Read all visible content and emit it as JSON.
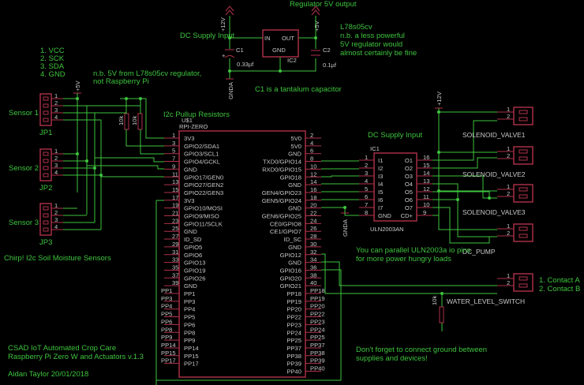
{
  "title_lines": {
    "regulator_output": "Regulator 5V output",
    "dc_supply_input_top": "DC Supply Input",
    "dc_supply_input_right": "DC Supply Input",
    "regulator_part_note": [
      "L78s05cv",
      "n.b. a less powerful",
      "5V regulator would",
      "almost certainly be fine"
    ],
    "pin_legend": [
      "1. VCC",
      "2. SCK",
      "3. SDA",
      "4. GND"
    ],
    "reg_note": [
      "n.b. 5V from L78s05cv regulator,",
      "not Raspberry Pi"
    ],
    "pullup_label": "I2c Pullup Resistors",
    "tantalum_note": "C1 is a tantalum capacitor",
    "sensor_caption": "Chirp! I2c Soil Moisture Sensors",
    "parallel_note": [
      "You can parallel ULN2003a io pins",
      "for more power hungry loads"
    ],
    "contacts": [
      "1. Contact A",
      "2. Contact B"
    ],
    "ground_note": [
      "Don't forget to connect ground between",
      "supplies and devices!"
    ],
    "credits": [
      "CSAD IoT Automated Crop Care",
      "Raspberry Pi Zero W and Actuators v.1.3",
      "",
      "Aidan Taylor 20/01/2018"
    ]
  },
  "power": {
    "plus12_top": "+12V",
    "plus5_top": "+5V",
    "plus5_sensor": "+5V",
    "plus12_right": "+12V",
    "gnda_reg": "GNDA",
    "gnda_uln": "GNDA"
  },
  "regulator": {
    "name": "IC2",
    "pins": {
      "in": "IN",
      "out": "OUT",
      "gnd": "GND"
    }
  },
  "capacitors": [
    {
      "name": "C1",
      "value": "0.33µf"
    },
    {
      "name": "C2",
      "value": "0.1µf"
    }
  ],
  "resistors": [
    {
      "value": "10k"
    },
    {
      "value": "10k"
    },
    {
      "value": "10k"
    }
  ],
  "sensors": [
    {
      "label": "Sensor 1",
      "jp": "JP1"
    },
    {
      "label": "Sensor 2",
      "jp": "JP2"
    },
    {
      "label": "Sensor 3",
      "jp": "JP3"
    }
  ],
  "pi": {
    "ref": "U$1",
    "model": "RPI-ZERO",
    "left_pins": [
      "3V3",
      "GPIO2/SDA1",
      "GPIO4/GCKL",
      "GND",
      "GPIO17/GEN0",
      "GPIO27/GEN2",
      "GPIO22/GEN3",
      "3V3",
      "GPIO10/MOSI",
      "GPIO9/MISO",
      "GPIO11/SCLK",
      "GND",
      "ID_SD",
      "GPIO5",
      "GPIO6",
      "GPIO13",
      "GPIO19",
      "GPIO26",
      "GND",
      "PP1",
      "PP3",
      "PP4",
      "PP5",
      "PP6",
      "PP9",
      "PP14",
      "PP15",
      "PP17"
    ],
    "left_pins_clean": [
      "3V3",
      "GPIO2/SDA1",
      "GPIO3/SCL1",
      "GPIO4/GCKL",
      "GND",
      "GPIO17/GEN0",
      "GPIO27/GEN2",
      "GPIO22/GEN3",
      "3V3",
      "GPIO10/MOSI",
      "GPIO9/MISO",
      "GPIO11/SCLK",
      "GND",
      "ID_SD",
      "GPIO5",
      "GPIO6",
      "GPIO13",
      "GPIO19",
      "GPIO26",
      "GND",
      "PP1",
      "PP3",
      "PP4",
      "PP5",
      "PP6",
      "PP8",
      "PP9",
      "PP14",
      "PP15",
      "PP17"
    ],
    "left_nums": [
      "1",
      "3",
      "5",
      "7",
      "9",
      "11",
      "13",
      "15",
      "17",
      "19",
      "21",
      "23",
      "25",
      "27",
      "29",
      "31",
      "33",
      "35",
      "37",
      "39",
      "PP1",
      "PP3",
      "PP4",
      "PP5",
      "PP6",
      "PP8",
      "PP9",
      "PP14",
      "PP15",
      "PP17"
    ],
    "right_pins": [
      "5V0",
      "5V0",
      "GND",
      "TXD0/GPIO14",
      "RXD0/GPIO15",
      "GPIO18",
      "GND",
      "GEN4/GPIO23",
      "GEN5/GPIO24",
      "GND",
      "GEN6/GPIO25",
      "CE0/GPIO8",
      "CE1/GPIO7",
      "ID_SC",
      "GND",
      "GPIO12",
      "GND",
      "GPIO16",
      "GPIO20",
      "GPIO21",
      "PP18",
      "PP19",
      "PP20",
      "PP22",
      "PP23",
      "PP24",
      "PP25",
      "PP37",
      "PP38",
      "PP39",
      "PP40"
    ],
    "right_nums": [
      "2",
      "4",
      "6",
      "8",
      "10",
      "12",
      "14",
      "16",
      "18",
      "20",
      "22",
      "24",
      "26",
      "28",
      "30",
      "32",
      "34",
      "36",
      "38",
      "40",
      "PP18",
      "PP19",
      "PP20",
      "PP22",
      "PP23",
      "PP24",
      "PP25",
      "PP37",
      "PP38",
      "PP39",
      "PP40"
    ],
    "left_inner": [
      "3V3",
      "GPIO2/SDA1",
      "GPIO3/SCL1",
      "GPIO4/GCKL",
      "GND",
      "GPIO17/GEN0",
      "GPIO27/GEN2",
      "GPIO22/GEN3",
      "3V3",
      "GPIO10/MOSI",
      "GPIO9/MISO",
      "GPIO11/SCLK",
      "GND",
      "ID_SD",
      "GPIO5",
      "GPIO6",
      "GPIO13",
      "GPIO19",
      "GPIO26",
      "GND",
      "PP1",
      "PP3",
      "PP4",
      "PP5",
      "PP6",
      "PP8",
      "PP9",
      "PP14",
      "PP15",
      "PP17"
    ],
    "right_inner": [
      "5V0",
      "5V0",
      "GND",
      "TXD0/GPIO14",
      "RXD0/GPIO15",
      "GPIO18",
      "GND",
      "GEN4/GPIO23",
      "GEN5/GPIO24",
      "GND",
      "GEN6/GPIO25",
      "CE0/GPIO8",
      "CE1/GPIO7",
      "ID_SC",
      "GND",
      "GPIO12",
      "GND",
      "GPIO16",
      "GPIO20",
      "GPIO21",
      "PP18",
      "PP19",
      "PP20",
      "PP22",
      "PP23",
      "PP24",
      "PP25",
      "PP37",
      "PP38",
      "PP39",
      "PP40"
    ]
  },
  "uln": {
    "ref": "IC1",
    "name": "ULN2003AN",
    "left_pins": [
      "I1",
      "I2",
      "I3",
      "I4",
      "I5",
      "I6",
      "I7",
      "GND"
    ],
    "left_nums": [
      "1",
      "2",
      "3",
      "4",
      "5",
      "6",
      "7",
      "8"
    ],
    "right_pins": [
      "O1",
      "O2",
      "O3",
      "O4",
      "O5",
      "O6",
      "O7",
      "CD+"
    ],
    "right_nums": [
      "16",
      "15",
      "14",
      "13",
      "12",
      "11",
      "10",
      "9"
    ]
  },
  "outputs": [
    {
      "label": "SOLENOID_VALVE1"
    },
    {
      "label": "SOLENOID_VALVE2"
    },
    {
      "label": "SOLENOID_VALVE3"
    },
    {
      "label": "DC_PUMP"
    },
    {
      "label": "WATER_LEVEL_SWITCH"
    }
  ],
  "connector_pins": {
    "one": "1",
    "two": "2",
    "three": "3",
    "four": "4"
  },
  "colors": {
    "background": "#000000",
    "wire": "#3ec43e",
    "part": "#b0324a",
    "text": "#c8c8c8"
  }
}
